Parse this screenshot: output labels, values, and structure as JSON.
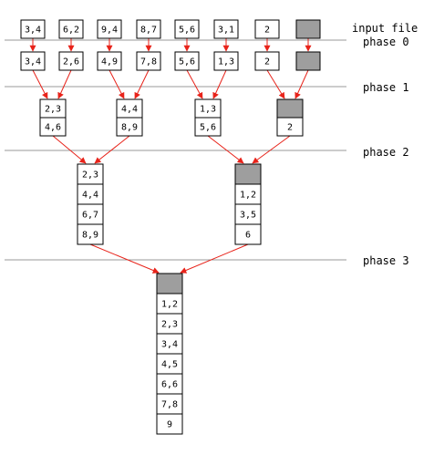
{
  "labels": {
    "input": "input file",
    "phase0": "phase 0",
    "phase1": "phase 1",
    "phase2": "phase 2",
    "phase3": "phase 3"
  },
  "colors": {
    "arrow": "#e8231a",
    "filled": "#9e9e9e",
    "line": "#999999",
    "border": "#000000"
  },
  "input_row": [
    "3,4",
    "6,2",
    "9,4",
    "8,7",
    "5,6",
    "3,1",
    "2",
    ""
  ],
  "phase0_row": [
    "3,4",
    "2,6",
    "4,9",
    "7,8",
    "5,6",
    "1,3",
    "2",
    ""
  ],
  "phase1_groups": [
    [
      "2,3",
      "4,6"
    ],
    [
      "4,4",
      "8,9"
    ],
    [
      "1,3",
      "5,6"
    ],
    [
      "",
      "2"
    ]
  ],
  "phase2_groups": [
    [
      "2,3",
      "4,4",
      "6,7",
      "8,9"
    ],
    [
      "",
      "1,2",
      "3,5",
      "6"
    ]
  ],
  "phase3_group": [
    "",
    "1,2",
    "2,3",
    "3,4",
    "4,5",
    "6,6",
    "7,8",
    "9"
  ]
}
